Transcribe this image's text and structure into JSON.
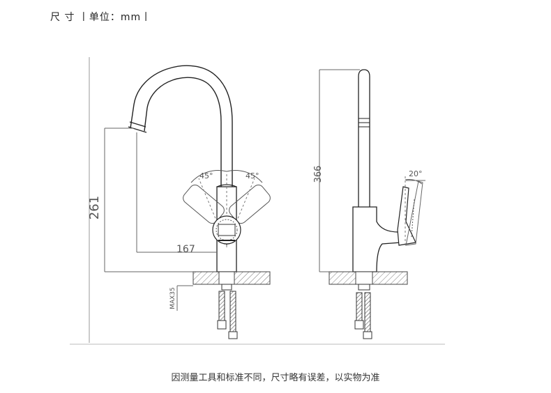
{
  "header": {
    "title": "尺 寸 丨单位：mm丨"
  },
  "dimensions": {
    "height_261": "261",
    "reach_167": "167",
    "max_35": "MAX35",
    "angle_left": "45°",
    "angle_right": "45°",
    "height_366": "366",
    "tilt_20": "20°"
  },
  "footer": {
    "note": "因测量工具和标准不同，尺寸略有误差，以实物为准"
  }
}
